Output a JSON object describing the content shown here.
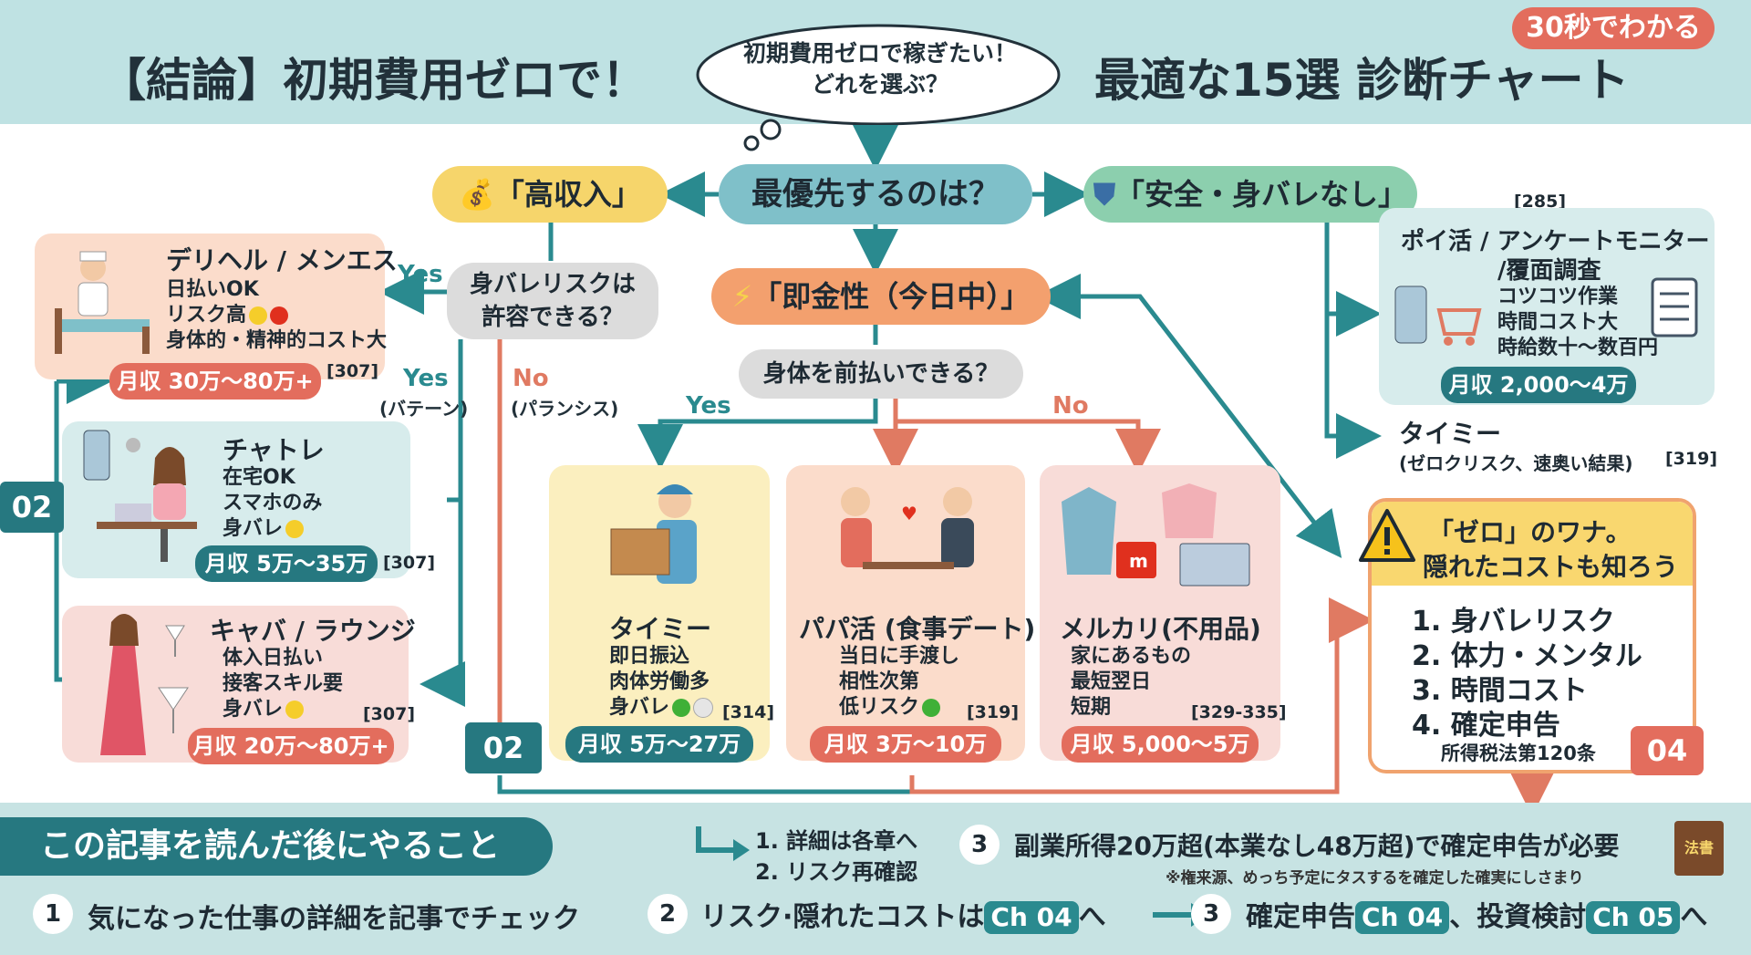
{
  "header": {
    "title_left": "【結論】初期費用ゼロで！",
    "cloud_line1": "初期費用ゼロで稼ぎたい！",
    "cloud_line2": "どれを選ぶ？",
    "title_right": "最適な15選 診断チャート",
    "badge": "30秒でわかる"
  },
  "flow": {
    "main_question": "最優先するのは？",
    "high_income": "「高収入」",
    "safe": "「安全・身バレなし」",
    "instant": "「即金性（今日中）」",
    "bare_q_line1": "身バレリスクは",
    "bare_q_line2": "許容できる？",
    "pay_q": "身体を前払いできる？",
    "yes": "Yes",
    "no": "No",
    "yes2": "Yes",
    "yes2_sub": "(バテーン)",
    "no2": "No",
    "no2_sub": "(パランシス)",
    "yes3": "Yes",
    "no3": "No",
    "ref_safe": "[285]"
  },
  "cards": {
    "delivery": {
      "title": "デリヘル / メンエス",
      "l1": "日払いOK",
      "l2": "リスク高",
      "l3": "身体的・精神的コスト大",
      "ref": "[307]",
      "pay": "月収 30万〜80万+"
    },
    "chatre": {
      "title": "チャトレ",
      "l1": "在宅OK",
      "l2": "スマホのみ",
      "l3": "身バレ",
      "ref": "[307]",
      "pay": "月収 5万〜35万"
    },
    "kyaba": {
      "title": "キャバ / ラウンジ",
      "l1": "体入日払い",
      "l2": "接客スキル要",
      "l3": "身バレ",
      "ref": "[307]",
      "pay": "月収 20万〜80万+"
    },
    "poikatsu": {
      "title1": "ポイ活 / アンケートモニター",
      "title2": "/覆面調査",
      "l1": "コツコツ作業",
      "l2": "時間コスト大",
      "l3": "時給数十〜数百円",
      "pay": "月収 2,000〜4万"
    },
    "timee_right": {
      "title": "タイミー",
      "sub": "(ゼロクリスク、速奥い結果)",
      "ref": "[319]"
    },
    "timee": {
      "title": "タイミー",
      "l1": "即日振込",
      "l2": "肉体労働多",
      "l3": "身バレ",
      "ref": "[314]",
      "pay": "月収 5万〜27万"
    },
    "papa": {
      "title": "パパ活 (食事デート)",
      "l1": "当日に手渡し",
      "l2": "相性次第",
      "l3": "低リスク",
      "ref": "[319]",
      "pay": "月収 3万〜10万"
    },
    "mercari": {
      "title": "メルカリ(不用品)",
      "l1": "家にあるもの",
      "l2": "最短翌日",
      "l3": "短期",
      "ref": "[329-335]",
      "pay": "月収 5,000〜5万"
    }
  },
  "markers": {
    "left": "02",
    "center": "02",
    "warn": "04"
  },
  "warning": {
    "head1": "「ゼロ」のワナ。",
    "head2": "隠れたコストも知ろう",
    "items": [
      "1. 身バレリスク",
      "2. 体力・メンタル",
      "3. 時間コスト",
      "4. 確定申告"
    ],
    "note": "所得税法第120条"
  },
  "bottom": {
    "title": "この記事を読んだ後にやること",
    "sub1": "1. 詳細は各章へ",
    "sub2": "2. リスク再確認",
    "n3_top": "3",
    "n3_top_text": "副業所得20万超(本業なし48万超)で確定申告が必要",
    "n3_top_note": "※権来源、めっち予定にタスするを確定した確実にしさまり",
    "book": "法書",
    "n1": "1",
    "n1_text": "気になった仕事の詳細を記事でチェック",
    "n2": "2",
    "n2_text": "リスク·隠れたコストは",
    "n2_chip": "Ch 04",
    "n2_suffix": "へ",
    "n3": "3",
    "n3_text": "確定申告",
    "n3_chip1": "Ch 04",
    "n3_mid": "、投資検討",
    "n3_chip2": "Ch 05",
    "n3_suffix": "へ"
  },
  "colors": {
    "teal": "#267880",
    "coral": "#e36d5d",
    "yellow": "#f6d56b",
    "header_bg": "#bfe2e3"
  }
}
